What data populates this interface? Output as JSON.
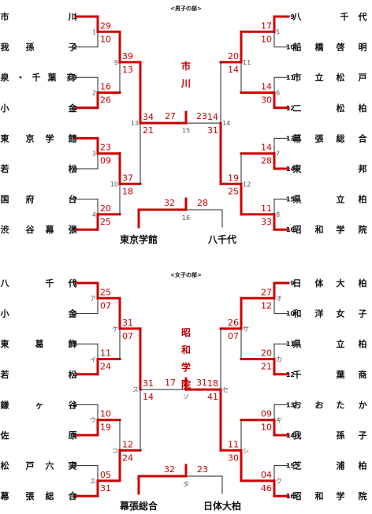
{
  "boys": {
    "header": "<男子の部>",
    "champion": [
      "市",
      "川"
    ],
    "teams_left": [
      {
        "seed": "1",
        "name": [
          "市",
          "",
          "",
          "川"
        ]
      },
      {
        "seed": "2",
        "name": [
          "我",
          "孫",
          "",
          "子"
        ]
      },
      {
        "seed": "3",
        "name": [
          "泉",
          "・",
          "千",
          "葉",
          "商"
        ]
      },
      {
        "seed": "4",
        "name": [
          "小",
          "",
          "",
          "金"
        ]
      },
      {
        "seed": "5",
        "name": [
          "東",
          "京",
          "学",
          "館"
        ]
      },
      {
        "seed": "6",
        "name": [
          "若",
          "",
          "",
          "松"
        ]
      },
      {
        "seed": "7",
        "name": [
          "国",
          "府",
          "",
          "台"
        ]
      },
      {
        "seed": "8",
        "name": [
          "渋",
          "谷",
          "幕",
          "張"
        ]
      }
    ],
    "teams_right": [
      {
        "seed": "9",
        "name": [
          "八",
          "",
          "",
          "千",
          "代"
        ]
      },
      {
        "seed": "10",
        "name": [
          "船",
          "橋",
          "啓",
          "明"
        ]
      },
      {
        "seed": "11",
        "name": [
          "市",
          "立",
          "松",
          "戸"
        ]
      },
      {
        "seed": "12",
        "name": [
          "二",
          "",
          "松",
          "柏"
        ]
      },
      {
        "seed": "13",
        "name": [
          "幕",
          "張",
          "総",
          "合"
        ]
      },
      {
        "seed": "14",
        "name": [
          "東",
          "",
          "",
          "",
          "邦"
        ]
      },
      {
        "seed": "15",
        "name": [
          "県",
          "",
          "立",
          "柏"
        ]
      },
      {
        "seed": "16",
        "name": [
          "昭",
          "和",
          "学",
          "院"
        ]
      }
    ],
    "r1_left": [
      {
        "match": "1",
        "top": "29",
        "bottom": "10"
      },
      {
        "match": "2",
        "top": "16",
        "bottom": "26"
      },
      {
        "match": "3",
        "top": "23",
        "bottom": "09"
      },
      {
        "match": "4",
        "top": "20",
        "bottom": "25"
      }
    ],
    "r1_right": [
      {
        "match": "5",
        "top": "17",
        "bottom": "10"
      },
      {
        "match": "6",
        "top": "14",
        "bottom": "30"
      },
      {
        "match": "7",
        "top": "14",
        "bottom": "28"
      },
      {
        "match": "8",
        "top": "11",
        "bottom": "33"
      }
    ],
    "qf_left": [
      {
        "match": "9",
        "top": "39",
        "bottom": "13"
      },
      {
        "match": "10",
        "top": "37",
        "bottom": "18"
      }
    ],
    "qf_right": [
      {
        "match": "11",
        "top": "20",
        "bottom": "14"
      },
      {
        "match": "12",
        "top": "19",
        "bottom": "25"
      }
    ],
    "sf_left": {
      "match": "13",
      "top": "34",
      "bottom": "21"
    },
    "sf_right": {
      "match": "14",
      "top": "14",
      "bottom": "31"
    },
    "final": {
      "match": "15",
      "left": "27",
      "right": "23"
    },
    "third": {
      "match": "16",
      "left": "32",
      "right": "28",
      "left_team": "東京学館",
      "right_team": "八千代"
    }
  },
  "girls": {
    "header": "<女子の部>",
    "champion": [
      "昭",
      "和",
      "学",
      "院"
    ],
    "teams_left": [
      {
        "seed": "1",
        "name": [
          "八",
          "",
          "千",
          "代"
        ]
      },
      {
        "seed": "2",
        "name": [
          "小",
          "",
          "",
          "金"
        ]
      },
      {
        "seed": "3",
        "name": [
          "東",
          "葛",
          "飾"
        ]
      },
      {
        "seed": "4",
        "name": [
          "若",
          "",
          "",
          "松"
        ]
      },
      {
        "seed": "5",
        "name": [
          "鎌",
          "ヶ",
          "谷"
        ]
      },
      {
        "seed": "6",
        "name": [
          "佐",
          "",
          "",
          "原"
        ]
      },
      {
        "seed": "7",
        "name": [
          "松",
          "戸",
          "六",
          "実"
        ]
      },
      {
        "seed": "8",
        "name": [
          "幕",
          "張",
          "総",
          "合"
        ]
      }
    ],
    "teams_right": [
      {
        "seed": "9",
        "name": [
          "日",
          "体",
          "大",
          "柏"
        ]
      },
      {
        "seed": "10",
        "name": [
          "和",
          "洋",
          "女",
          "子"
        ]
      },
      {
        "seed": "11",
        "name": [
          "県",
          "",
          "立",
          "柏"
        ]
      },
      {
        "seed": "12",
        "name": [
          "千",
          "",
          "葉",
          "商"
        ]
      },
      {
        "seed": "13",
        "name": [
          "お",
          "お",
          "た",
          "か"
        ]
      },
      {
        "seed": "14",
        "name": [
          "我",
          "",
          "孫",
          "子"
        ]
      },
      {
        "seed": "15",
        "name": [
          "芝",
          "",
          "浦",
          "柏"
        ]
      },
      {
        "seed": "16",
        "name": [
          "昭",
          "和",
          "学",
          "院"
        ]
      }
    ],
    "r1_left": [
      {
        "match": "ア",
        "top": "25",
        "bottom": "07"
      },
      {
        "match": "イ",
        "top": "11",
        "bottom": "24"
      },
      {
        "match": "ウ",
        "top": "10",
        "bottom": "19"
      },
      {
        "match": "エ",
        "top": "05",
        "bottom": "31"
      }
    ],
    "r1_right": [
      {
        "match": "オ",
        "top": "27",
        "bottom": "12"
      },
      {
        "match": "カ",
        "top": "20",
        "bottom": "21"
      },
      {
        "match": "キ",
        "top": "09",
        "bottom": "10"
      },
      {
        "match": "ク",
        "top": "04",
        "bottom": "46"
      }
    ],
    "qf_left": [
      {
        "match": "ケ",
        "top": "31",
        "bottom": "07"
      },
      {
        "match": "コ",
        "top": "12",
        "bottom": "24"
      }
    ],
    "qf_right": [
      {
        "match": "サ",
        "top": "26",
        "bottom": "07"
      },
      {
        "match": "シ",
        "top": "11",
        "bottom": "30"
      }
    ],
    "sf_left": {
      "match": "ス",
      "top": "31",
      "bottom": "14"
    },
    "sf_right": {
      "match": "セ",
      "top": "18",
      "bottom": "41"
    },
    "final": {
      "match": "ソ",
      "left": "17",
      "right": "31"
    },
    "third": {
      "match": "タ",
      "left": "32",
      "right": "23",
      "left_team": "幕張総合",
      "right_team": "日体大柏"
    }
  },
  "colors": {
    "win": "#cc0000",
    "line": "#222222",
    "score": "#c00000"
  }
}
